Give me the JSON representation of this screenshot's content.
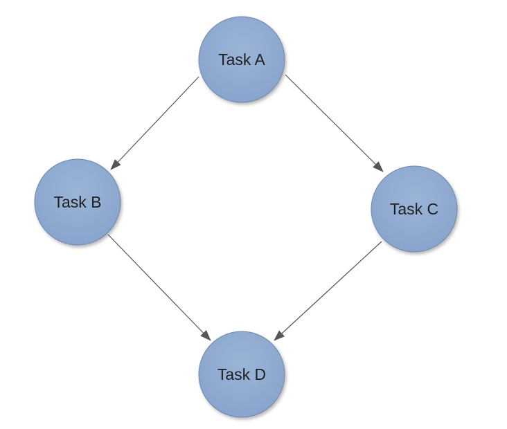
{
  "colors": {
    "node_fill_top": "#9bb5d8",
    "node_fill_bottom": "#88a3cc",
    "node_stroke": "#6f86a8",
    "edge": "#555555",
    "background": "#ffffff"
  },
  "nodes": [
    {
      "id": "a",
      "label": "Task A"
    },
    {
      "id": "b",
      "label": "Task B"
    },
    {
      "id": "c",
      "label": "Task C"
    },
    {
      "id": "d",
      "label": "Task D"
    }
  ],
  "edges": [
    {
      "from": "a",
      "to": "b"
    },
    {
      "from": "a",
      "to": "c"
    },
    {
      "from": "b",
      "to": "d"
    },
    {
      "from": "c",
      "to": "d"
    }
  ]
}
